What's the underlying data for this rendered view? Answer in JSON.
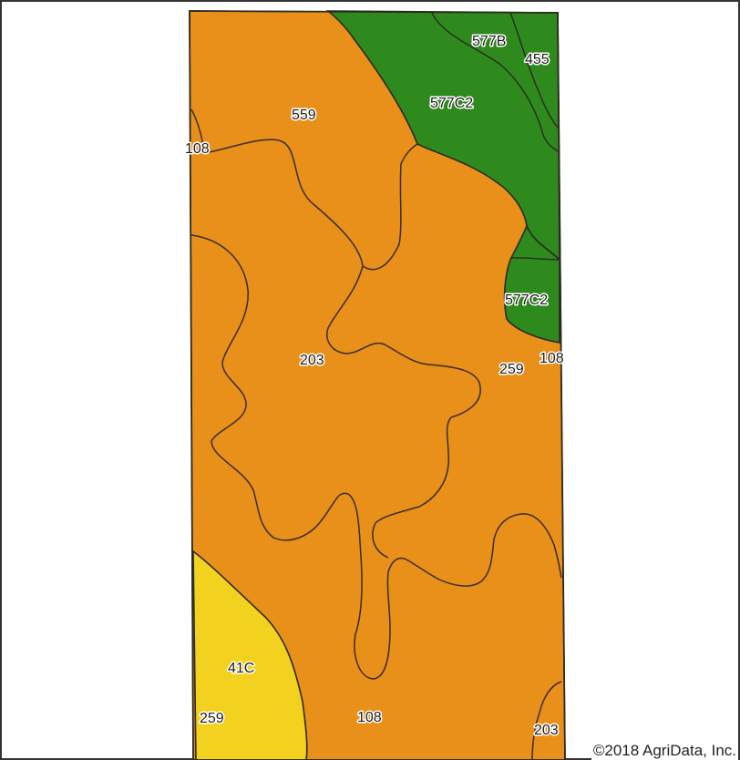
{
  "map": {
    "colors": {
      "orange_zone": "#E8901A",
      "green_zone": "#2E8A1C",
      "yellow_zone": "#F3D21F",
      "boundary_line": "#3a2c22",
      "frame_border": "#333333"
    },
    "soil_labels": {
      "l_577b": "577B",
      "l_455": "455",
      "l_577c2_top": "577C2",
      "l_559": "559",
      "l_108_left": "108",
      "l_577c2_right": "577C2",
      "l_203_mid": "203",
      "l_259_mid": "259",
      "l_108_right": "108",
      "l_41c": "41C",
      "l_259_bottom": "259",
      "l_108_bottom": "108",
      "l_203_bottom": "203"
    },
    "copyright": "©2018 AgriData, Inc."
  }
}
